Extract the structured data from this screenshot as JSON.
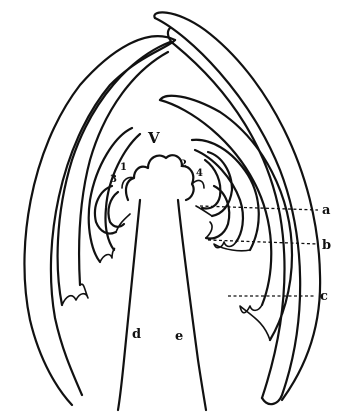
{
  "labels": {
    "apex": "V",
    "primordium_1": "1",
    "primordium_2": "2",
    "primordium_3": "3",
    "primordium_4": "4",
    "leader_a": "a",
    "leader_b": "b",
    "leader_c": "c",
    "stem_left": "d",
    "stem_right": "e"
  }
}
